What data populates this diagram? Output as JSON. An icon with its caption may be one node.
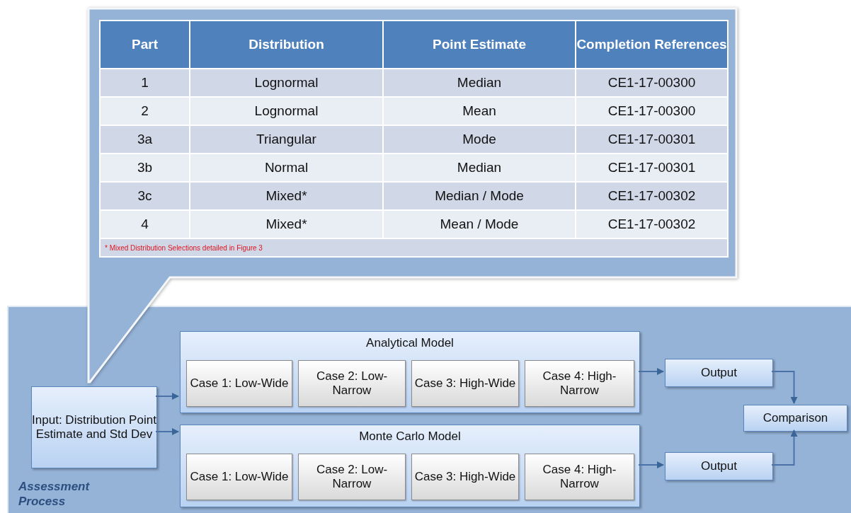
{
  "diagram": {
    "nodes": [
      {
        "text": [
          "Assessment Process"
        ]
      },
      {
        "text": [
          "Input: Distribution Point Estimate and Std Dev"
        ],
        "in": 0
      },
      {
        "text": [
          "Analytical Model"
        ],
        "in": 0
      },
      {
        "text": [
          "Case 1: Low-Wide"
        ],
        "in": 2
      },
      {
        "text": [
          "Case 2: Low-Narrow"
        ],
        "in": 2
      },
      {
        "text": [
          "Case 3: High-Wide"
        ],
        "in": 2
      },
      {
        "text": [
          "Case 4: High-Narrow"
        ],
        "in": 2
      },
      {
        "text": [
          "Monte Carlo Model"
        ],
        "in": 0
      },
      {
        "text": [
          "Case 1: Low-Wide"
        ],
        "in": 7
      },
      {
        "text": [
          "Case 2: Low-Narrow"
        ],
        "in": 7
      },
      {
        "text": [
          "Case 3: High-Wide"
        ],
        "in": 7
      },
      {
        "text": [
          "Case 4: High-Narrow"
        ],
        "in": 7
      },
      {
        "text": [
          "Output"
        ],
        "in": 0
      },
      {
        "text": [
          "Output"
        ],
        "in": 0
      },
      {
        "text": [
          "Comparison"
        ],
        "in": 0
      }
    ],
    "edges": [
      {
        "from": 1,
        "to": 2,
        "arrow": "to"
      },
      {
        "from": 1,
        "to": 7,
        "arrow": "to"
      },
      {
        "from": 2,
        "to": 12,
        "arrow": "to"
      },
      {
        "from": 7,
        "to": 13,
        "arrow": "to"
      },
      {
        "from": 12,
        "to": 14,
        "arrow": "to"
      },
      {
        "from": 13,
        "to": 14,
        "arrow": "to"
      }
    ],
    "labels": [
      "Part",
      "Distribution",
      "Point Estimate",
      "Completion References",
      "1",
      "Lognormal",
      "Median",
      "CE1-17-00300",
      "2",
      "Lognormal",
      "Mean",
      "CE1-17-00300",
      "3a",
      "Triangular",
      "Mode",
      "CE1-17-00301",
      "3b",
      "Normal",
      "Median",
      "CE1-17-00301",
      "3c",
      "Mixed*",
      "Median / Mode",
      "CE1-17-00302",
      "4",
      "Mixed*",
      "Mean / Mode",
      "CE1-17-00302",
      "* Mixed Distribution Selections detailed in Figure 3"
    ]
  }
}
